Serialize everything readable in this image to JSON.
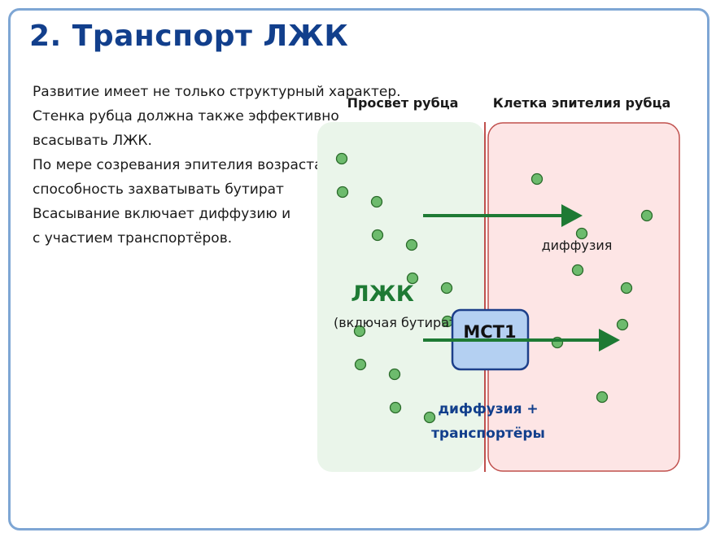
{
  "title": "2. Транспорт ЛЖК",
  "body_lines": [
    "Развитие имеет не только структурный характер.",
    "Стенка рубца должна также эффективно",
    "всасывать ЛЖК.",
    "По мере созревания эпителия возрастает",
    "способность захватывать бутират",
    "Всасывание включает диффузию и",
    "с участием транспортёров."
  ],
  "diagram": {
    "lumen_label": "Просвет рубца",
    "cell_label": "Клетка эпителия рубца",
    "vfa_label": "ЛЖК",
    "vfa_sublabel": "(включая бутират)",
    "transporter_label": "MCT1",
    "diffusion_label": "диффузия",
    "transport_label_line1": "диффузия +",
    "transport_label_line2": "транспортёры",
    "colors": {
      "lumen_fill": "#eaf5ea",
      "cell_fill": "#fde5e5",
      "cell_border": "#c0504d",
      "arrow": "#1e7a34",
      "dot_fill": "#6dbb6d",
      "dot_stroke": "#2a6a2a",
      "transporter_fill": "#b4d0f2",
      "transporter_border": "#1d3f8a",
      "title": "#123f8c",
      "vfa_label": "#1e7a34",
      "transport_label": "#123f8c"
    }
  }
}
